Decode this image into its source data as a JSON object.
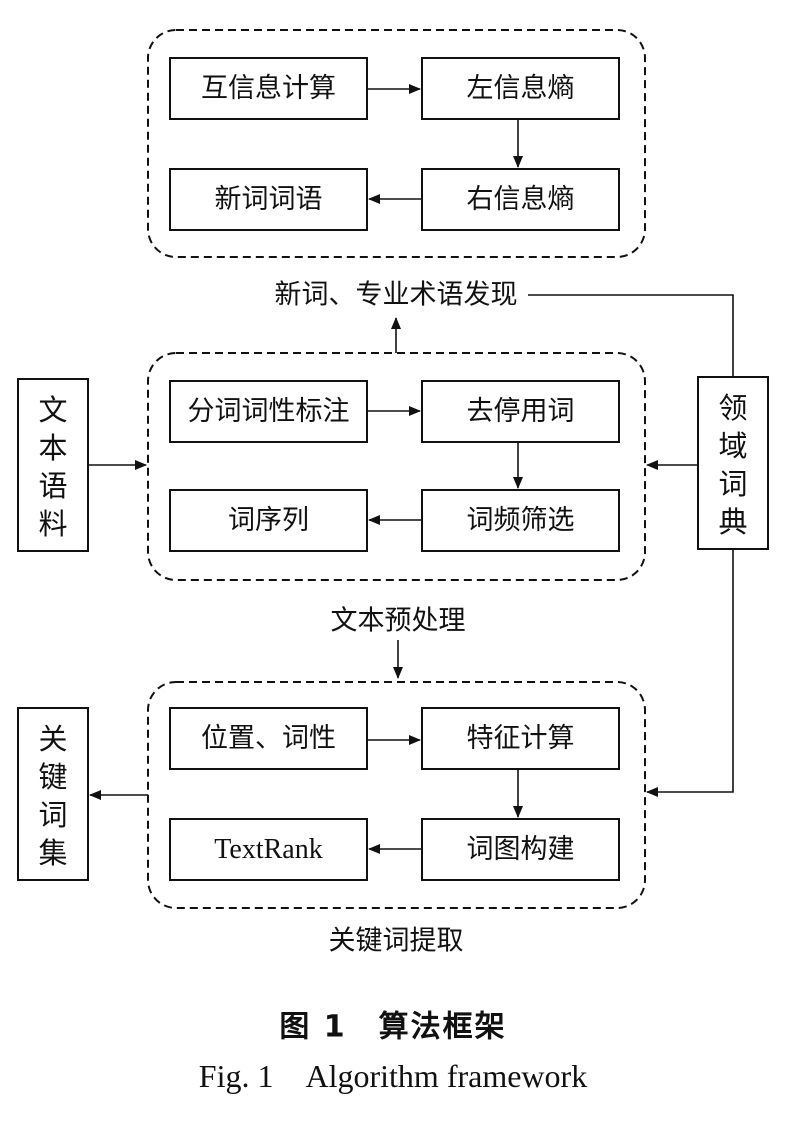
{
  "groups": {
    "new_word": {
      "label": "新词、专业术语发现",
      "nodes": {
        "mutual_info": "互信息计算",
        "left_entropy": "左信息熵",
        "right_entropy": "右信息熵",
        "new_words": "新词词语"
      }
    },
    "preprocess": {
      "label": "文本预处理",
      "nodes": {
        "segment_pos": "分词词性标注",
        "stopwords": "去停用词",
        "freq_filter": "词频筛选",
        "word_seq": "词序列"
      }
    },
    "keyword": {
      "label": "关键词提取",
      "nodes": {
        "position_pos": "位置、词性",
        "feature_calc": "特征计算",
        "graph_build": "词图构建",
        "textrank": "TextRank"
      }
    }
  },
  "side": {
    "corpus": [
      "文",
      "本",
      "语",
      "料"
    ],
    "domain_dict": [
      "领",
      "域",
      "词",
      "典"
    ],
    "keyword_set": [
      "关",
      "键",
      "词",
      "集"
    ]
  },
  "caption": {
    "zh": "图 1　算法框架",
    "en": "Fig. 1　Algorithm framework"
  }
}
